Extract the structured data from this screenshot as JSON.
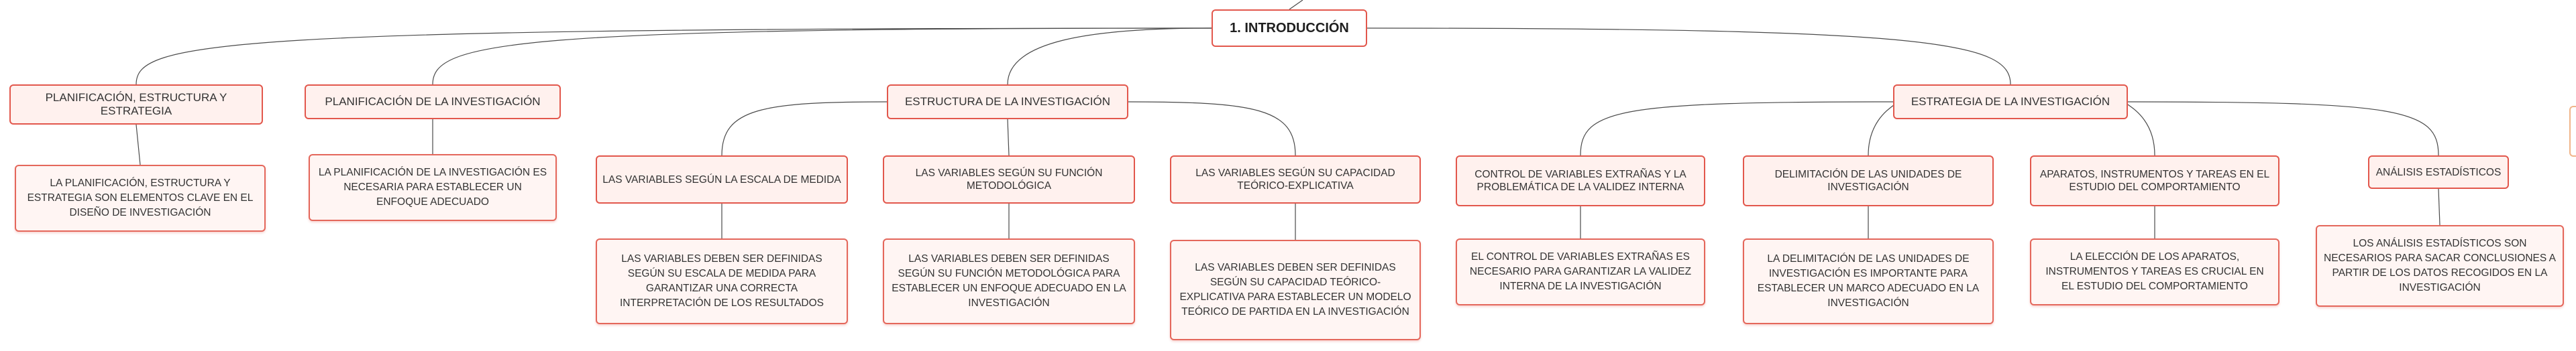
{
  "root": {
    "label": "1. INTRODUCCIÓN"
  },
  "branches": [
    {
      "label": "PLANIFICACIÓN, ESTRUCTURA Y ESTRATEGIA",
      "children": [
        {
          "label": "LA PLANIFICACIÓN, ESTRUCTURA Y ESTRATEGIA SON ELEMENTOS CLAVE EN EL DISEÑO DE INVESTIGACIÓN"
        }
      ]
    },
    {
      "label": "PLANIFICACIÓN DE LA INVESTIGACIÓN",
      "children": [
        {
          "label": "LA PLANIFICACIÓN DE LA INVESTIGACIÓN ES NECESARIA PARA ESTABLECER UN ENFOQUE ADECUADO"
        }
      ]
    },
    {
      "label": "ESTRUCTURA DE LA INVESTIGACIÓN",
      "children": [
        {
          "label": "LAS VARIABLES SEGÚN LA ESCALA DE MEDIDA",
          "children": [
            {
              "label": "LAS VARIABLES DEBEN SER DEFINIDAS SEGÚN SU ESCALA DE MEDIDA PARA GARANTIZAR UNA CORRECTA INTERPRETACIÓN DE LOS RESULTADOS"
            }
          ]
        },
        {
          "label": "LAS VARIABLES SEGÚN SU FUNCIÓN METODOLÓGICA",
          "children": [
            {
              "label": "LAS VARIABLES DEBEN SER DEFINIDAS SEGÚN SU FUNCIÓN METODOLÓGICA PARA ESTABLECER UN ENFOQUE ADECUADO EN LA INVESTIGACIÓN"
            }
          ]
        },
        {
          "label": "LAS VARIABLES SEGÚN SU CAPACIDAD TEÓRICO-EXPLICATIVA",
          "children": [
            {
              "label": "LAS VARIABLES DEBEN SER DEFINIDAS SEGÚN SU CAPACIDAD TEÓRICO-EXPLICATIVA PARA ESTABLECER UN MODELO TEÓRICO DE PARTIDA EN LA INVESTIGACIÓN"
            }
          ]
        }
      ]
    },
    {
      "label": "ESTRATEGIA DE LA INVESTIGACIÓN",
      "children": [
        {
          "label": "CONTROL DE VARIABLES EXTRAÑAS Y LA PROBLEMÁTICA DE LA VALIDEZ INTERNA",
          "children": [
            {
              "label": "EL CONTROL DE VARIABLES EXTRAÑAS ES NECESARIO PARA GARANTIZAR LA VALIDEZ INTERNA DE LA INVESTIGACIÓN"
            }
          ]
        },
        {
          "label": "DELIMITACIÓN DE LAS UNIDADES DE INVESTIGACIÓN",
          "children": [
            {
              "label": "LA DELIMITACIÓN DE LAS UNIDADES DE INVESTIGACIÓN ES IMPORTANTE PARA ESTABLECER UN MARCO ADECUADO EN LA INVESTIGACIÓN"
            }
          ]
        },
        {
          "label": "APARATOS, INSTRUMENTOS Y TAREAS EN EL ESTUDIO DEL COMPORTAMIENTO",
          "children": [
            {
              "label": "LA ELECCIÓN DE LOS APARATOS, INSTRUMENTOS Y TAREAS ES CRUCIAL EN EL ESTUDIO DEL COMPORTAMIENTO"
            }
          ]
        },
        {
          "label": "ANÁLISIS ESTADÍSTICOS",
          "children": [
            {
              "label": "LOS ANÁLISIS ESTADÍSTICOS SON NECESARIOS PARA SACAR CONCLUSIONES A PARTIR DE LOS DATOS RECOGIDOS EN LA INVESTIGACIÓN"
            }
          ]
        }
      ]
    }
  ],
  "colors": {
    "accent": "#e2574c",
    "fill": "#fff1ee",
    "line": "#4a4a4a"
  }
}
